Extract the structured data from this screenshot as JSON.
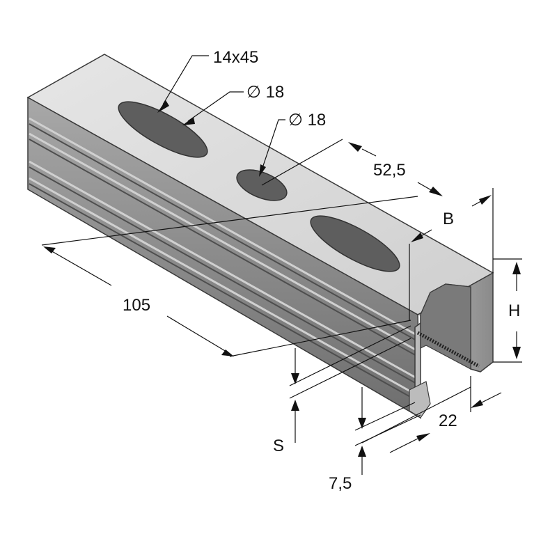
{
  "labels": {
    "slot": "14x45",
    "hole_top": "∅ 18",
    "hole_mid": "∅ 18",
    "spacing": "52,5",
    "width_b": "B",
    "height_h": "H",
    "length": "105",
    "flange": "22",
    "thickness": "S",
    "lip": "7,5"
  },
  "colors": {
    "top_face": "#d9d9d9",
    "side_face": "#9a9a9a",
    "dark": "#5a5a5a",
    "rib": "#c4c4c4",
    "edge": "#3a3a3a"
  }
}
